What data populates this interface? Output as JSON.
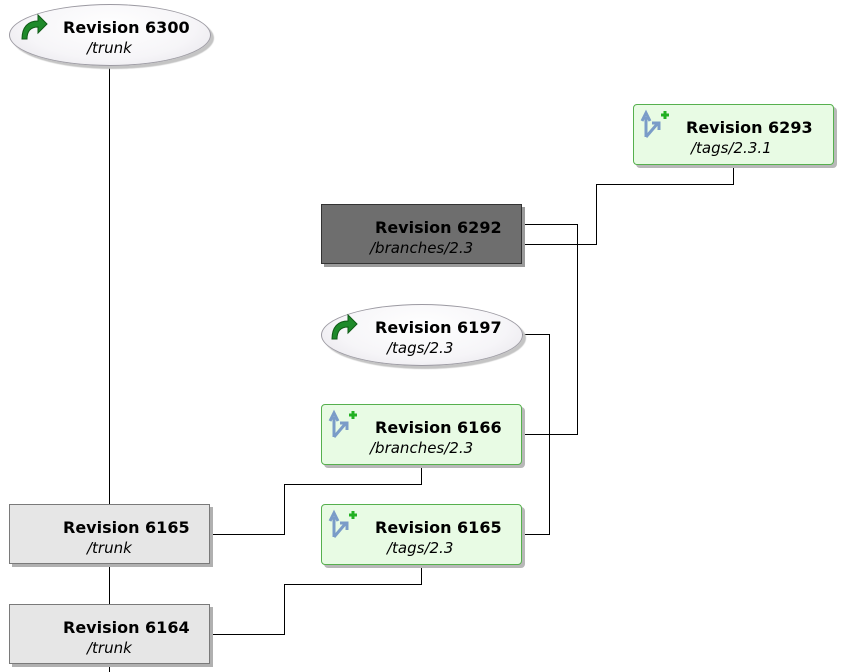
{
  "graph": {
    "nodes": [
      {
        "id": "r6300",
        "revision": "Revision 6300",
        "path": "/trunk",
        "kind": "ellipse",
        "icon": "rename-arrow-icon"
      },
      {
        "id": "r6293",
        "revision": "Revision 6293",
        "path": "/tags/2.3.1",
        "kind": "green",
        "icon": "copy-branch-icon"
      },
      {
        "id": "r6292",
        "revision": "Revision 6292",
        "path": "/branches/2.3",
        "kind": "dark",
        "icon": ""
      },
      {
        "id": "r6197",
        "revision": "Revision 6197",
        "path": "/tags/2.3",
        "kind": "ellipse",
        "icon": "rename-arrow-icon"
      },
      {
        "id": "r6166",
        "revision": "Revision 6166",
        "path": "/branches/2.3",
        "kind": "green",
        "icon": "copy-branch-icon"
      },
      {
        "id": "r6165t",
        "revision": "Revision 6165",
        "path": "/tags/2.3",
        "kind": "green",
        "icon": "copy-branch-icon"
      },
      {
        "id": "r6165",
        "revision": "Revision 6165",
        "path": "/trunk",
        "kind": "gray",
        "icon": ""
      },
      {
        "id": "r6164",
        "revision": "Revision 6164",
        "path": "/trunk",
        "kind": "gray",
        "icon": ""
      }
    ],
    "colors": {
      "line": "#000000",
      "gray_fill": "#e6e6e6",
      "dark_fill": "#6e6e6e",
      "green_fill": "#e8fbe4",
      "green_border": "#56b04e",
      "icon_green": "#1e8a2a",
      "icon_blue": "#7a9cc8",
      "icon_plus": "#22b022"
    }
  }
}
